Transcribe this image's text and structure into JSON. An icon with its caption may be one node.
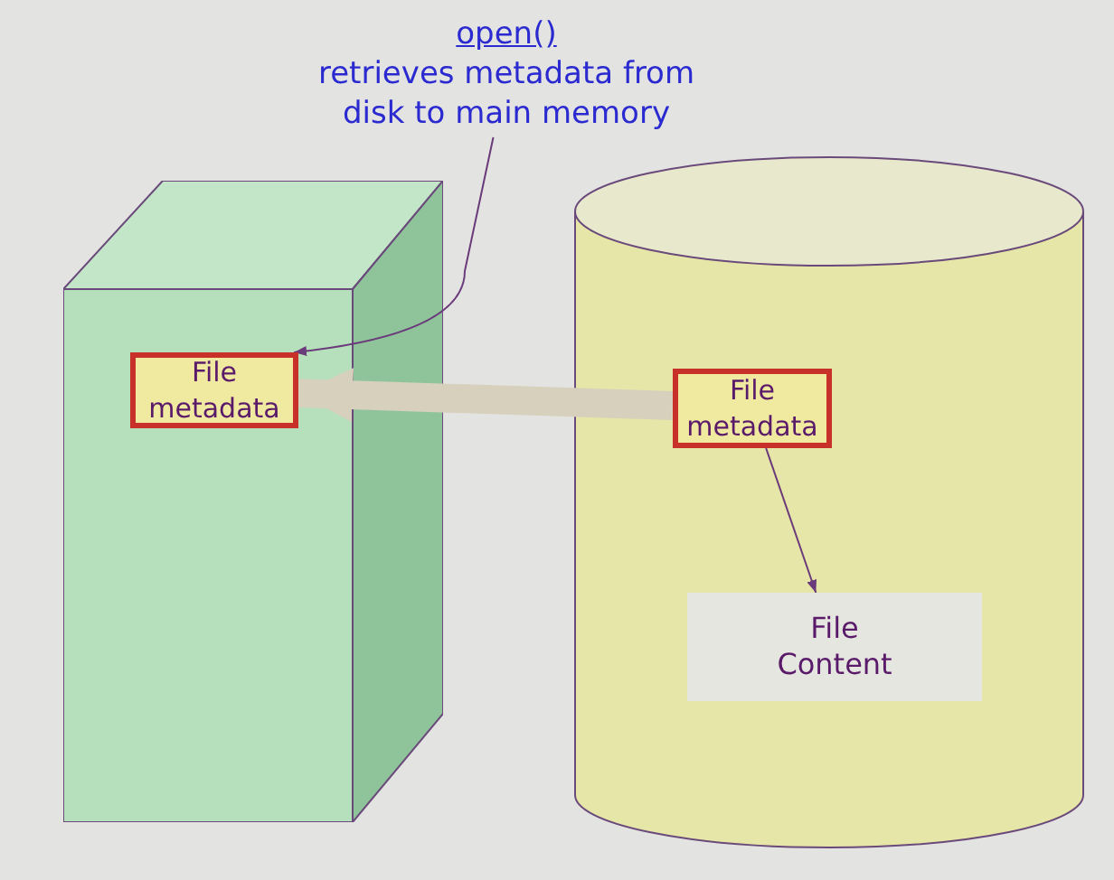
{
  "diagram": {
    "nodes": [
      {
        "text": [
          "open()",
          "retrieves metadata from disk to main memory"
        ]
      },
      {
        "text": [],
        "shape": "box"
      },
      {
        "text": [
          "File metadata"
        ],
        "in": 1
      },
      {
        "text": [],
        "shape": "cylinder"
      },
      {
        "text": [
          "File metadata"
        ],
        "in": 3
      },
      {
        "text": [
          "File Content"
        ],
        "in": 3
      }
    ],
    "edges": [
      {
        "from": 0,
        "to": 2,
        "arrow": "to"
      },
      {
        "from": 4,
        "to": 2,
        "arrow": "to",
        "style": "thick",
        "color": "#d6d0bd"
      },
      {
        "from": 4,
        "to": 5,
        "arrow": "to"
      }
    ]
  }
}
